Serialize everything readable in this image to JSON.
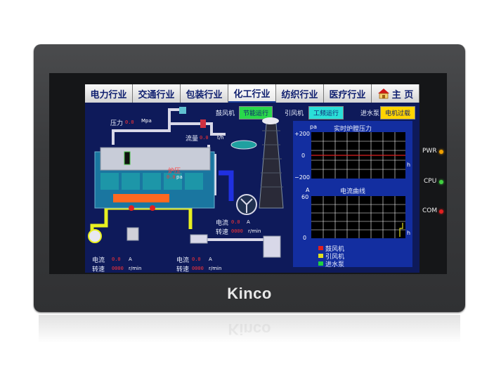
{
  "device": {
    "brand": "Kinco",
    "leds": [
      {
        "label": "PWR",
        "color": "#f0a000"
      },
      {
        "label": "CPU",
        "color": "#40d040"
      },
      {
        "label": "COM",
        "color": "#e02020"
      }
    ]
  },
  "tabs": [
    {
      "label": "电力行业",
      "active": false
    },
    {
      "label": "交通行业",
      "active": false
    },
    {
      "label": "包装行业",
      "active": false
    },
    {
      "label": "化工行业",
      "active": true
    },
    {
      "label": "纺织行业",
      "active": false
    },
    {
      "label": "医疗行业",
      "active": false
    },
    {
      "label": "主 页",
      "icon": "home-icon",
      "active": false
    }
  ],
  "status": {
    "blower_label": "鼓风机",
    "blower_state": "节能运行",
    "inducer_label": "引风机",
    "inducer_state": "工频运行",
    "water_label": "进水泵",
    "water_state": "电机过载",
    "colors": {
      "green": "#29d84b",
      "cyan": "#2ae0d8",
      "yellow": "#ffd400"
    }
  },
  "process": {
    "pressure_label": "压力",
    "pressure_unit": "Mpa",
    "flow_label": "流量",
    "flow_unit": "t/h",
    "furnace_label": "炉压",
    "furnace_unit": "pa",
    "current_label": "电流",
    "current_unit": "A",
    "speed_label": "转速",
    "speed_unit": "r/min",
    "value_placeholder": "0.0",
    "int_placeholder": "0000"
  },
  "charts": [
    {
      "title": "实时炉膛压力",
      "unit_y": "pa",
      "unit_x": "h",
      "ticks": [
        "+200",
        "0",
        "−200"
      ]
    },
    {
      "title": "电流曲线",
      "unit_y": "A",
      "unit_x": "h",
      "ticks": [
        "60",
        "0"
      ]
    }
  ],
  "legend": [
    {
      "label": "鼓风机",
      "color": "#e02020"
    },
    {
      "label": "引风机",
      "color": "#e0e020"
    },
    {
      "label": "进水泵",
      "color": "#20d040"
    }
  ]
}
